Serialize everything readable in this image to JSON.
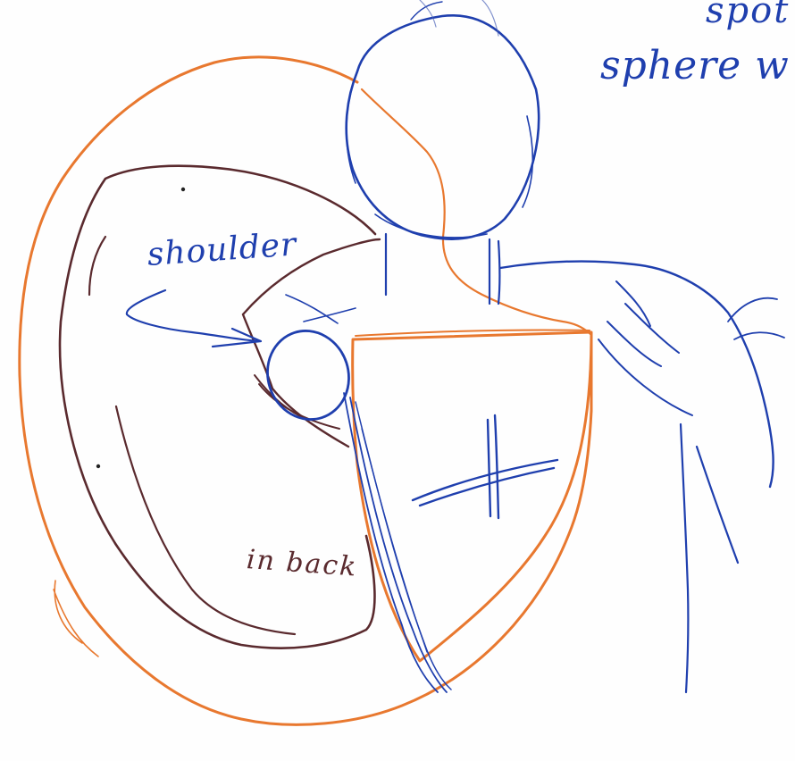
{
  "image": {
    "kind": "hand-drawn sketch on white paper"
  },
  "colors": {
    "paper": "#fefefe",
    "blue_ink": "#1f3fae",
    "orange_ink": "#e8782f",
    "brown_ink": "#5a2a2e"
  },
  "annotations": {
    "top_right_line1": "spot",
    "top_right_line2": "sphere w",
    "shoulder_label": "shoulder",
    "in_back_label": "in back"
  },
  "icons": {
    "head": "head-sketch-icon",
    "shield": "shield-sketch-icon",
    "cross": "cross-mark-icon",
    "shoulder_joint": "shoulder-sphere-icon",
    "cape": "cape-outline-icon",
    "back_arm": "back-arm-outline-icon",
    "sword": "sword-blade-icon"
  }
}
